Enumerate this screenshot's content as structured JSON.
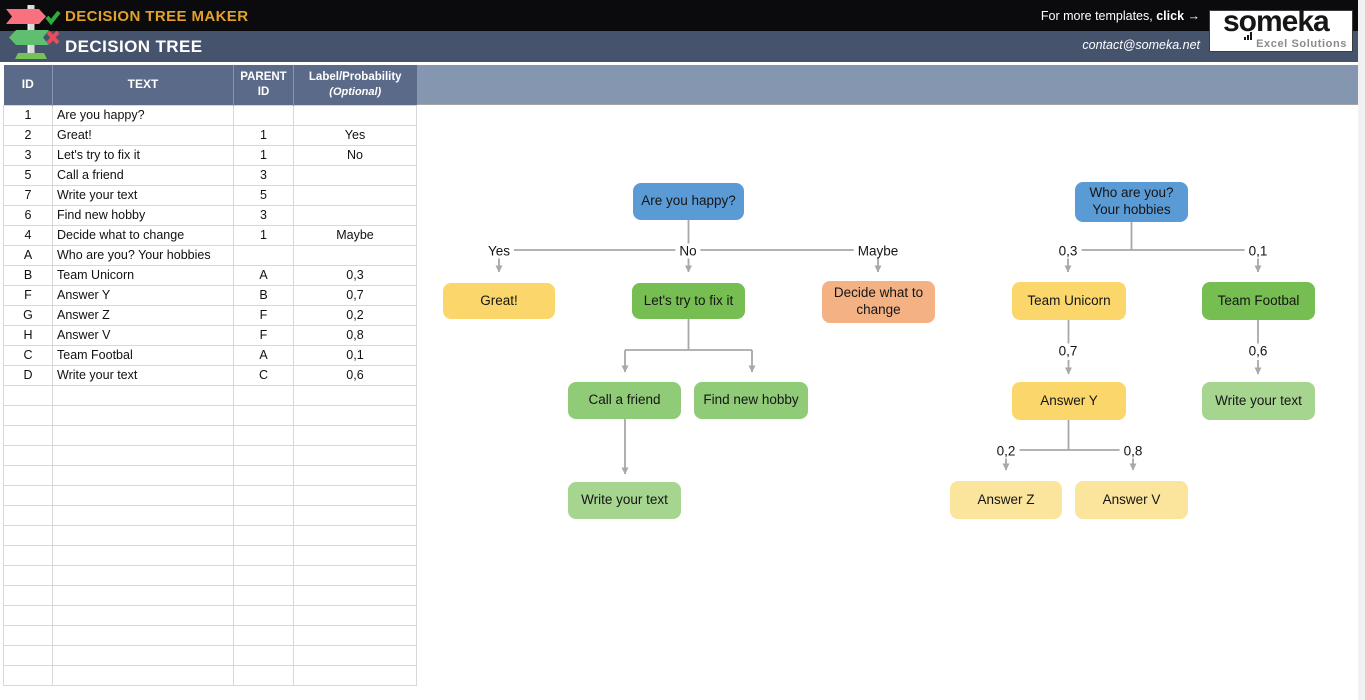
{
  "header": {
    "app_title": "DECISION TREE MAKER",
    "sheet_title": "DECISION TREE",
    "more_templates_prefix": "For more templates, ",
    "more_templates_click": "click →",
    "contact_email": "contact@someka.net",
    "brand_name": "someka",
    "brand_tagline": "Excel Solutions",
    "logo_icon": "signpost-decision-icon",
    "brand_o_icon": "bar-chart-in-o-icon"
  },
  "colors": {
    "topbar": "#0b0b0d",
    "titlebar": "#46536c",
    "app_title_accent": "#e2a02c",
    "table_header_bg": "#5a6a88",
    "band_bg": "#8496b0",
    "node_blue": "#5b9bd5",
    "node_gold": "#fbd76b",
    "node_pale_gold": "#fbe49b",
    "node_green": "#76be51",
    "node_light_green": "#90cb77",
    "node_lighter_green": "#a5d58f",
    "node_orange": "#f4b183",
    "connector_gray": "#a8a8a8"
  },
  "table": {
    "col_id": "ID",
    "col_text": "TEXT",
    "col_parent_line1": "PARENT",
    "col_parent_line2": "ID",
    "col_label_line1": "Label/Probability",
    "col_label_line2": "(Optional)",
    "rows": [
      {
        "id": "1",
        "text": "Are you happy?",
        "parent": "",
        "label": ""
      },
      {
        "id": "2",
        "text": "Great!",
        "parent": "1",
        "label": "Yes"
      },
      {
        "id": "3",
        "text": "Let's try to fix it",
        "parent": "1",
        "label": "No"
      },
      {
        "id": "5",
        "text": "Call a friend",
        "parent": "3",
        "label": ""
      },
      {
        "id": "7",
        "text": "Write your text",
        "parent": "5",
        "label": ""
      },
      {
        "id": "6",
        "text": "Find new hobby",
        "parent": "3",
        "label": ""
      },
      {
        "id": "4",
        "text": "Decide what to change",
        "parent": "1",
        "label": "Maybe"
      },
      {
        "id": "A",
        "text": "Who are you? Your hobbies",
        "parent": "",
        "label": ""
      },
      {
        "id": "B",
        "text": "Team Unicorn",
        "parent": "A",
        "label": "0,3"
      },
      {
        "id": "F",
        "text": "Answer Y",
        "parent": "B",
        "label": "0,7"
      },
      {
        "id": "G",
        "text": "Answer Z",
        "parent": "F",
        "label": "0,2"
      },
      {
        "id": "H",
        "text": "Answer V",
        "parent": "F",
        "label": "0,8"
      },
      {
        "id": "C",
        "text": "Team Footbal",
        "parent": "A",
        "label": "0,1"
      },
      {
        "id": "D",
        "text": "Write your text",
        "parent": "C",
        "label": "0,6"
      }
    ]
  },
  "tree": {
    "nodes": {
      "q1": {
        "text": "Are you happy?"
      },
      "great": {
        "text": "Great!"
      },
      "fix": {
        "text": "Let's try to fix it"
      },
      "decide": {
        "text": "Decide what to change"
      },
      "call": {
        "text": "Call a friend"
      },
      "hobby": {
        "text": "Find new hobby"
      },
      "write_left": {
        "text": "Write your text"
      },
      "q2": {
        "text": "Who are you? Your hobbies"
      },
      "unicorn": {
        "text": "Team Unicorn"
      },
      "footbal": {
        "text": "Team Footbal"
      },
      "answer_y": {
        "text": "Answer Y"
      },
      "write_right": {
        "text": "Write your text"
      },
      "answer_z": {
        "text": "Answer Z"
      },
      "answer_v": {
        "text": "Answer V"
      }
    },
    "edge_labels": {
      "yes": "Yes",
      "no": "No",
      "maybe": "Maybe",
      "p03": "0,3",
      "p01": "0,1",
      "p07": "0,7",
      "p06": "0,6",
      "p02": "0,2",
      "p08": "0,8"
    }
  }
}
